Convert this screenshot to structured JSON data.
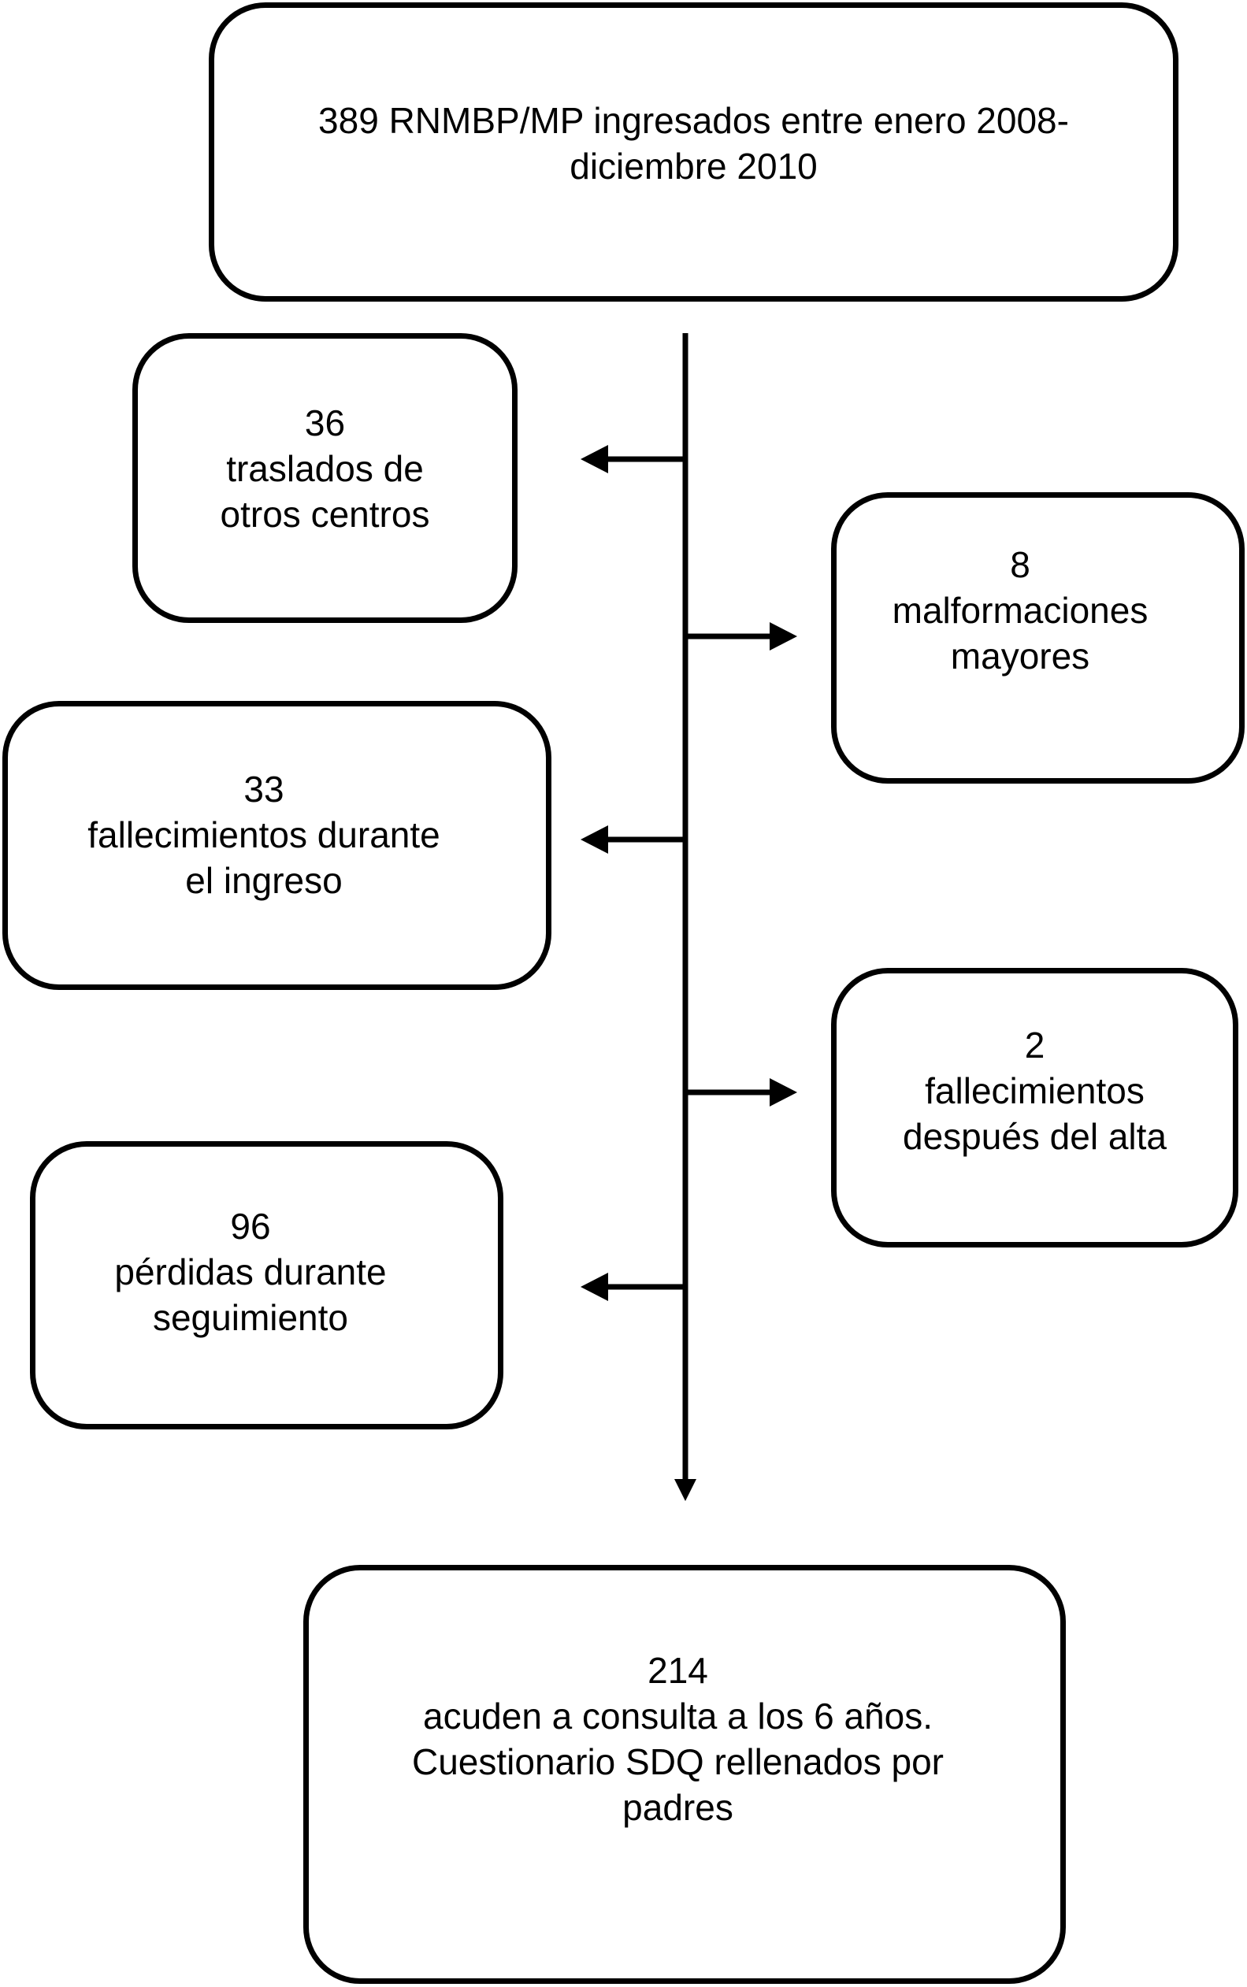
{
  "start": {
    "line1": "389 RNMBP/MP ingresados entre enero 2008-",
    "line2": "diciembre 2010"
  },
  "exclusions": [
    {
      "count": "36",
      "line1": "traslados de",
      "line2": "otros centros"
    },
    {
      "count": "8",
      "line1": "malformaciones",
      "line2": "mayores"
    },
    {
      "count": "33",
      "line1": "fallecimientos durante",
      "line2": "el ingreso"
    },
    {
      "count": "2",
      "line1": "fallecimientos",
      "line2": "después del alta"
    },
    {
      "count": "96",
      "line1": "pérdidas durante",
      "line2": "seguimiento"
    }
  ],
  "result": {
    "count": "214",
    "line1": "acuden a consulta a los 6 años.",
    "line2": "Cuestionario SDQ rellenados por",
    "line3": "padres"
  }
}
